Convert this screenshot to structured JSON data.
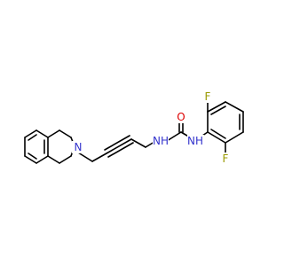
{
  "colors": {
    "background": "#ffffff",
    "bond": "#000000",
    "nitrogen": "#3333cc",
    "oxygen": "#dd0000",
    "fluorine": "#999900"
  },
  "atom_labels": {
    "amine_n": "N",
    "urea_nh_left": "NH",
    "urea_o": "O",
    "urea_nh_right": "NH",
    "fluorine_top": "F",
    "fluorine_bottom": "F"
  }
}
